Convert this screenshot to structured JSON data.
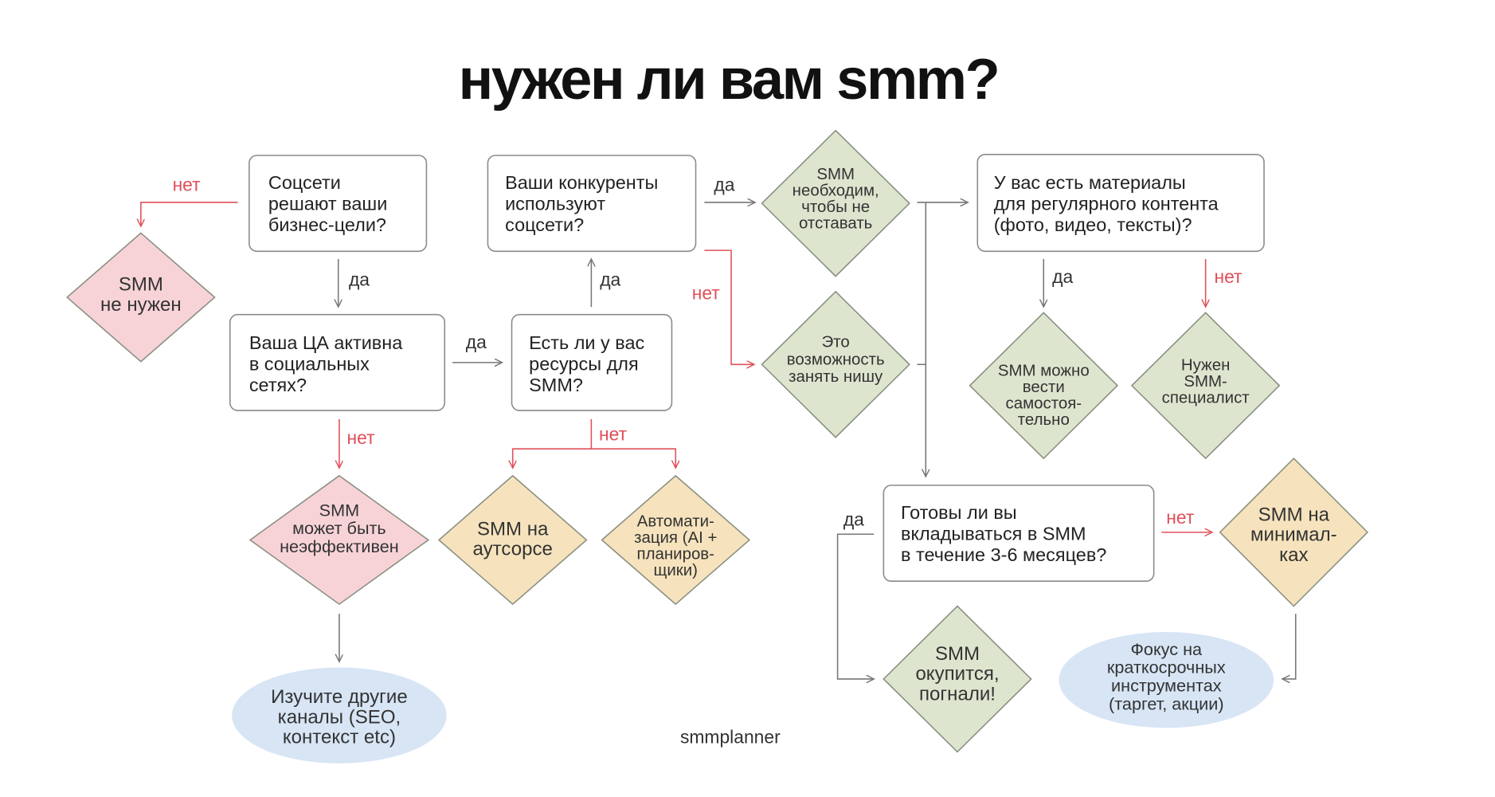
{
  "title": "нужен ли вам smm?",
  "footer": "smmplanner",
  "colors": {
    "pink": "#f7d3d8",
    "green": "#dde5cf",
    "orange": "#f6e3bd",
    "blue": "#d7e5f5",
    "no": "#e0505a",
    "line": "#777777"
  },
  "boxes": {
    "b1": [
      "Соцсети",
      "решают ваши",
      "бизнес-цели?"
    ],
    "b2": [
      "Ваши конкуренты",
      "используют",
      "соцсети?"
    ],
    "b3": [
      "Ваша ЦА активна",
      "в социальных",
      "сетях?"
    ],
    "b4": [
      "Есть ли у вас",
      "ресурсы для",
      "SMM?"
    ],
    "b5": [
      "У вас есть материалы",
      "для регулярного контента",
      "(фото, видео, тексты)?"
    ],
    "b6": [
      "Готовы ли вы",
      "вкладываться в SMM",
      "в течение 3-6 месяцев?"
    ]
  },
  "diamonds": {
    "d1": [
      "SMM",
      "не нужен"
    ],
    "d2": [
      "SMM",
      "необходим,",
      "чтобы не",
      "отставать"
    ],
    "d3": [
      "Это",
      "возможность",
      "занять нишу"
    ],
    "d4": [
      "SMM можно",
      "вести",
      "самостоя-",
      "тельно"
    ],
    "d5": [
      "Нужен",
      "SMM-",
      "специалист"
    ],
    "d6": [
      "SMM",
      "может быть",
      "неэффективен"
    ],
    "d7": [
      "SMM на",
      "аутсорсе"
    ],
    "d8": [
      "Автомати-",
      "зация (AI +",
      "планиров-",
      "щики)"
    ],
    "d9": [
      "SMM на",
      "минимал-",
      "ках"
    ],
    "d10": [
      "SMM",
      "окупится,",
      "погнали!"
    ]
  },
  "ellipses": {
    "e1": [
      "Изучите другие",
      "каналы (SEO,",
      "контекст etc)"
    ],
    "e2": [
      "Фокус на",
      "краткосрочных",
      "инструментах",
      "(таргет, акции)"
    ]
  },
  "labels": {
    "yes": "да",
    "no": "нет"
  }
}
